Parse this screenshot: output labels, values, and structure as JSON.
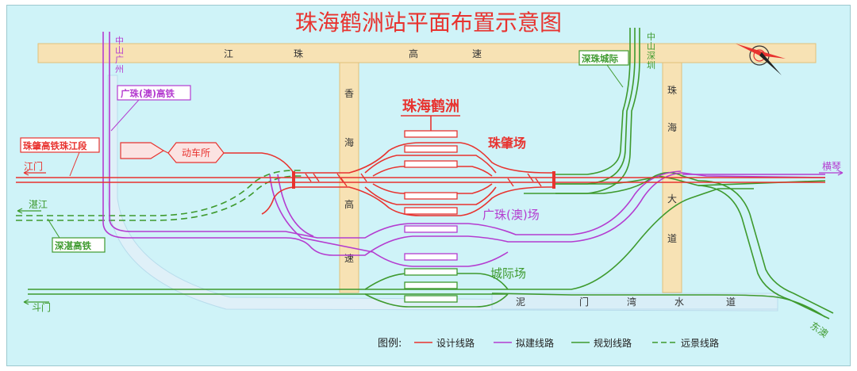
{
  "title": "珠海鹤洲站平面布置示意图",
  "station_name": "珠海鹤洲",
  "yards": {
    "zhuzhao": "珠肇场",
    "guangzhu": "广珠(澳)场",
    "intercity": "城际场"
  },
  "depot": "动车所",
  "roads": {
    "jiangzhu": [
      "江",
      "珠",
      "高",
      "速"
    ],
    "xianghai": [
      "香",
      "海",
      "高",
      "速"
    ],
    "zhuhai_avenue": [
      "珠",
      "海",
      "大",
      "道"
    ],
    "nimen": [
      "泥",
      "门",
      "湾",
      "水",
      "道"
    ]
  },
  "line_labels": {
    "zhuzhao_rail": "珠肇高铁珠江段",
    "guangzhu_rail": "广珠(澳)高铁",
    "shenzhan_rail": "深湛高铁",
    "shenzhu_intercity": "深珠城际"
  },
  "directions": {
    "zhongshan_left": [
      "中",
      "山",
      "广",
      "州"
    ],
    "zhongshan_right": [
      "中",
      "山",
      "深",
      "圳"
    ],
    "jiangmen": "江门",
    "zhanjiang": "湛江",
    "doumen": "斗门",
    "hengqin": "横琴",
    "dongao": "东澳"
  },
  "legend": {
    "title": "图例:",
    "items": [
      {
        "label": "设计线路",
        "color": "#e8332f",
        "dash": false
      },
      {
        "label": "拟建线路",
        "color": "#b43cd0",
        "dash": false
      },
      {
        "label": "规划线路",
        "color": "#3e9a2e",
        "dash": false
      },
      {
        "label": "远景线路",
        "color": "#3e9a2e",
        "dash": true
      }
    ]
  },
  "colors": {
    "design": "#e8332f",
    "planned_build": "#b43cd0",
    "planning": "#3e9a2e",
    "road": "#f7e2b4",
    "water": "#d9eef7",
    "background": "#cff3f8"
  },
  "icons": [
    "north-arrow-icon"
  ]
}
